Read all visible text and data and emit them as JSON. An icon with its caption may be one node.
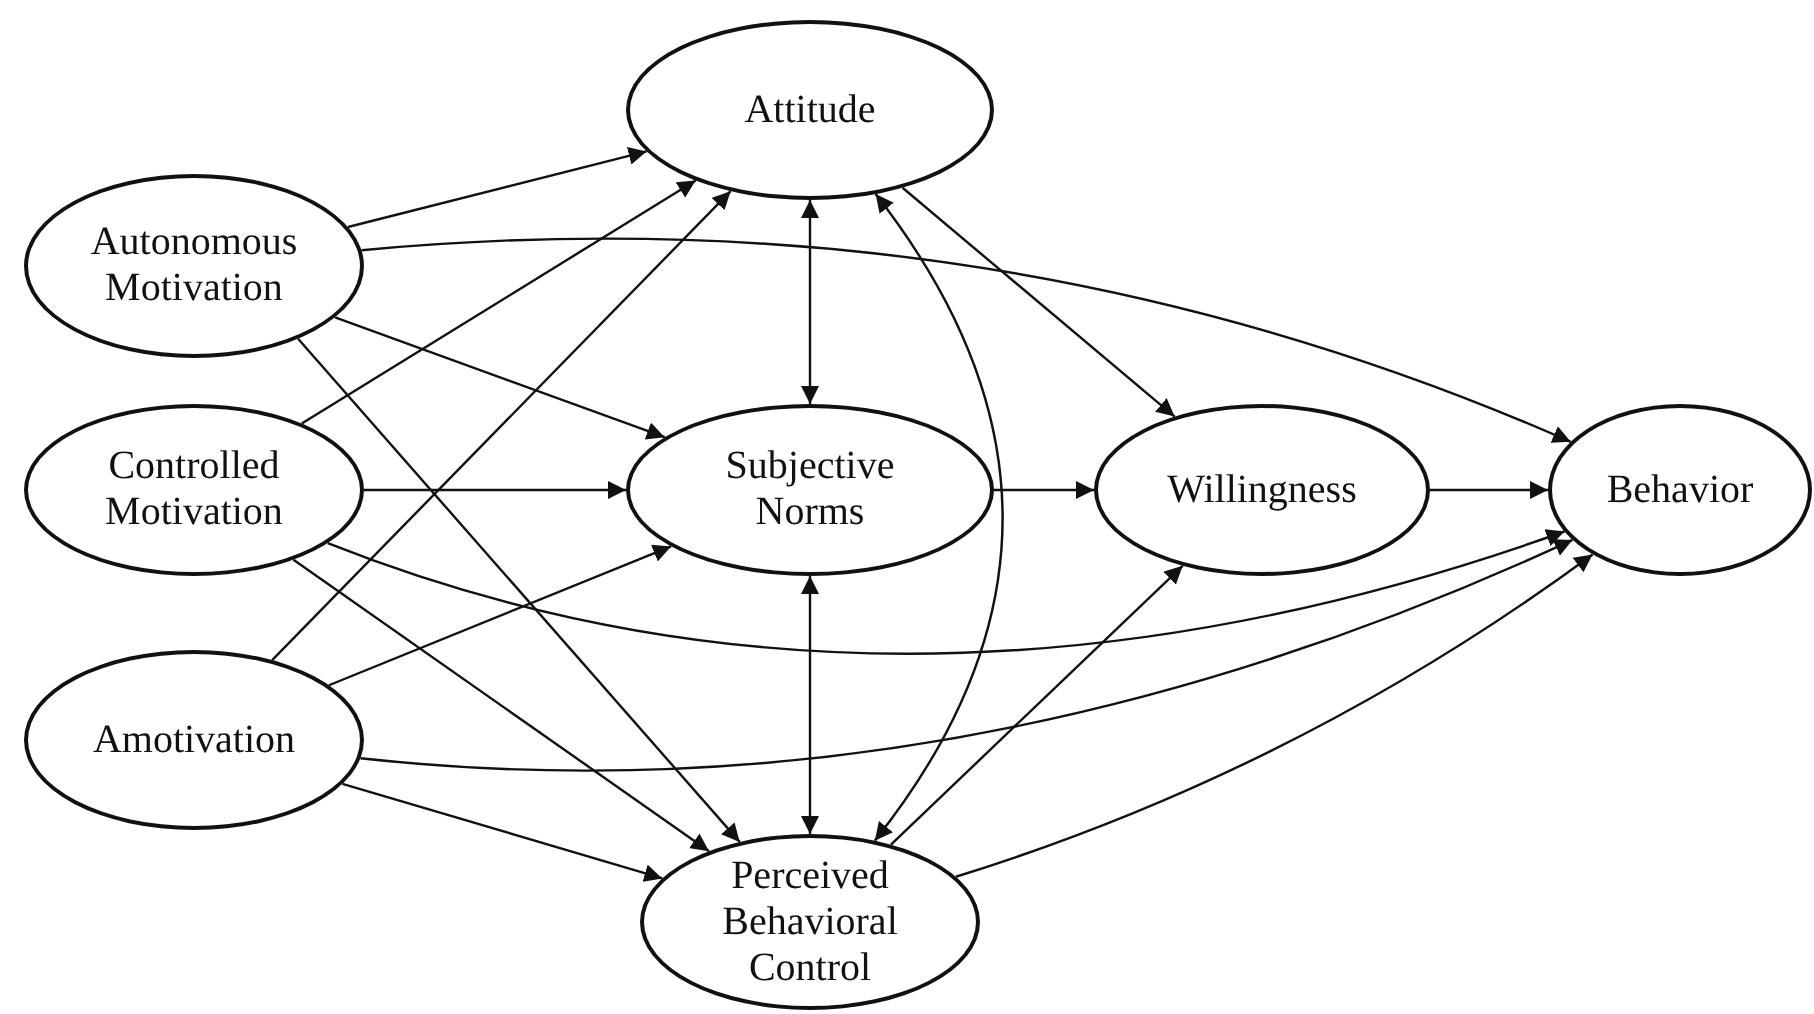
{
  "diagram": {
    "nodes": [
      {
        "text": [
          "Attitude"
        ]
      },
      {
        "text": [
          "Autonomous Motivation"
        ]
      },
      {
        "text": [
          "Controlled Motivation"
        ]
      },
      {
        "text": [
          "Amotivation"
        ]
      },
      {
        "text": [
          "Subjective Norms"
        ]
      },
      {
        "text": [
          "Willingness"
        ]
      },
      {
        "text": [
          "Behavior"
        ]
      },
      {
        "text": [
          "Perceived Behavioral Control"
        ]
      }
    ],
    "edges": [
      {
        "from": 1,
        "to": 0,
        "arrow": "to"
      },
      {
        "from": 1,
        "to": 6,
        "arrow": "to"
      },
      {
        "from": 1,
        "to": 4,
        "arrow": "to"
      },
      {
        "from": 1,
        "to": 7,
        "arrow": "to"
      },
      {
        "from": 2,
        "to": 0,
        "arrow": "to"
      },
      {
        "from": 2,
        "to": 4,
        "arrow": "to"
      },
      {
        "from": 2,
        "to": 6,
        "arrow": "to"
      },
      {
        "from": 2,
        "to": 7,
        "arrow": "to"
      },
      {
        "from": 3,
        "to": 0,
        "arrow": "to"
      },
      {
        "from": 3,
        "to": 4,
        "arrow": "to"
      },
      {
        "from": 3,
        "to": 6,
        "arrow": "to"
      },
      {
        "from": 3,
        "to": 7,
        "arrow": "to"
      },
      {
        "from": 0,
        "to": 4,
        "arrow": "both"
      },
      {
        "from": 4,
        "to": 7,
        "arrow": "both"
      },
      {
        "from": 7,
        "to": 0,
        "arrow": "both"
      },
      {
        "from": 0,
        "to": 5,
        "arrow": "to"
      },
      {
        "from": 4,
        "to": 5,
        "arrow": "to"
      },
      {
        "from": 5,
        "to": 6,
        "arrow": "to"
      },
      {
        "from": 7,
        "to": 5,
        "arrow": "to"
      },
      {
        "from": 7,
        "to": 6,
        "arrow": "to"
      }
    ]
  }
}
